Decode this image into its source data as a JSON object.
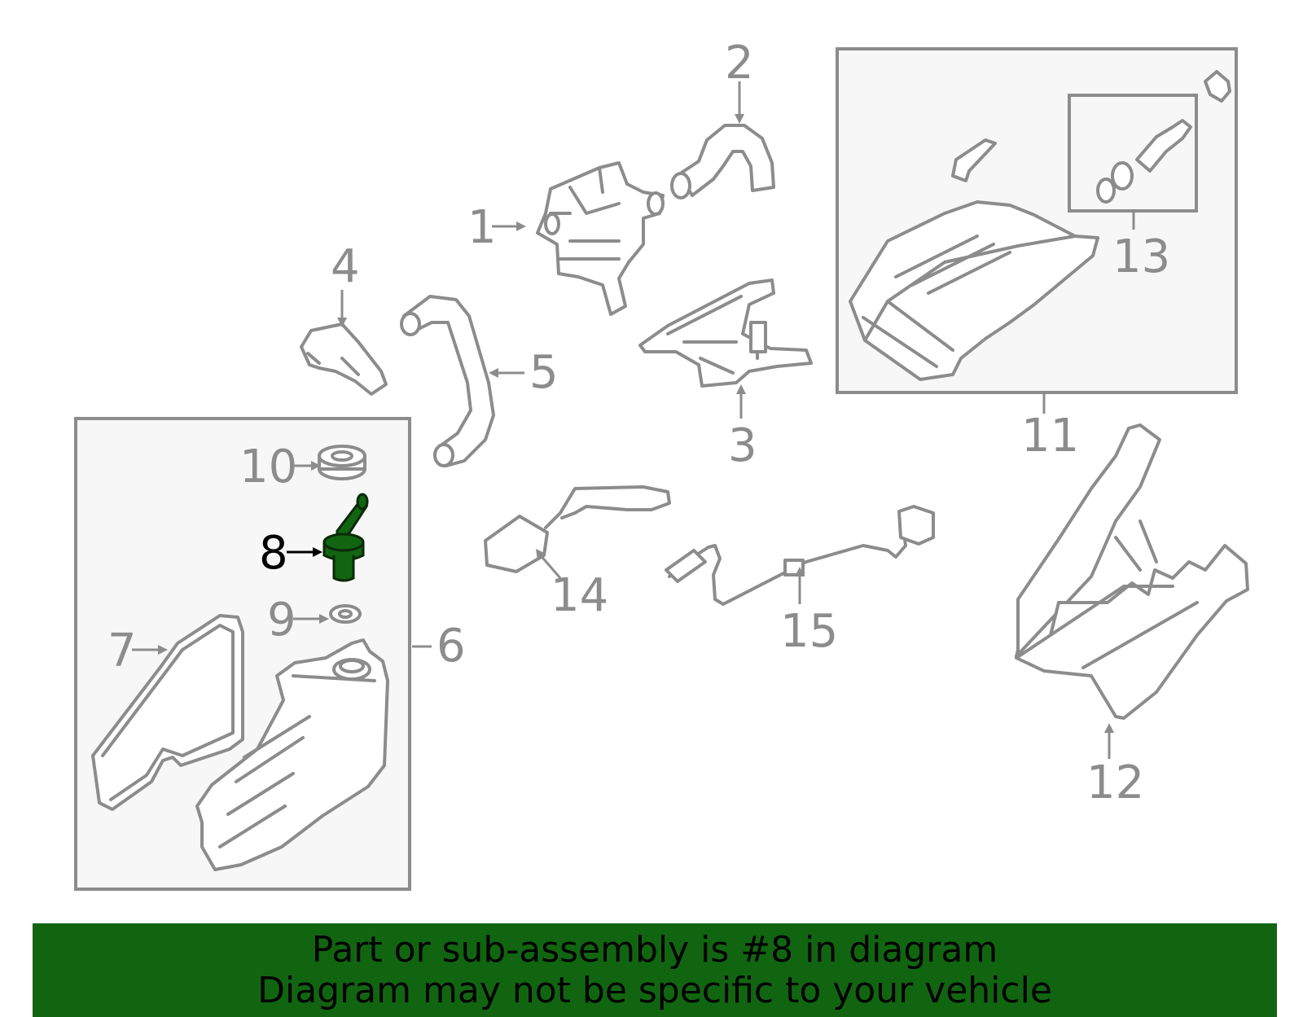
{
  "diagram": {
    "labels": [
      "1",
      "2",
      "3",
      "4",
      "5",
      "6",
      "7",
      "8",
      "9",
      "10",
      "11",
      "12",
      "13",
      "14",
      "15"
    ],
    "highlight_part": "8",
    "colors": {
      "line": "#8c8c8c",
      "highlight": "#116511",
      "highlight_stroke": "#0a2a0a",
      "box_fill": "#f7f7f7"
    }
  },
  "banner": {
    "line1": "Part or sub-assembly is #8 in diagram",
    "line2": "Diagram may not be specific to your vehicle",
    "background": "#116511"
  }
}
